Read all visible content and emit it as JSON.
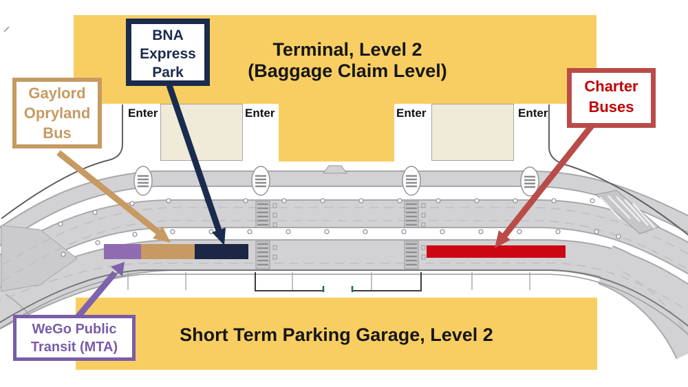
{
  "terminal": {
    "line1": "Terminal, Level 2",
    "line2": "(Baggage Claim Level)"
  },
  "parking_garage": {
    "label": "Short Term Parking Garage, Level 2"
  },
  "entrances": [
    {
      "label": "Enter"
    },
    {
      "label": "Enter"
    },
    {
      "label": "Enter"
    },
    {
      "label": "Enter"
    }
  ],
  "callouts": {
    "bna_express_park": {
      "line1": "BNA",
      "line2": "Express",
      "line3": "Park",
      "color": "#1B2B4D"
    },
    "gaylord_opryland_bus": {
      "line1": "Gaylord",
      "line2": "Opryland",
      "line3": "Bus",
      "color": "#C69A62"
    },
    "charter_buses": {
      "line1": "Charter",
      "line2": "Buses",
      "border_color": "#B94B48",
      "text_color": "#C00000"
    },
    "wego_public_transit": {
      "line1": "WeGo Public",
      "line2": "Transit (MTA)",
      "color": "#7A5CA8"
    }
  },
  "zones": {
    "wego": {
      "name": "WeGo Public Transit (MTA) curb zone",
      "color": "#8F6CB1"
    },
    "gaylord": {
      "name": "Gaylord Opryland Bus curb zone",
      "color": "#C69A62"
    },
    "bna_express": {
      "name": "BNA Express Park curb zone",
      "color": "#1B2744"
    },
    "charter": {
      "name": "Charter Buses curb zone",
      "color": "#CC0711"
    }
  },
  "colors": {
    "terminal_yellow": "#F8CE62",
    "vestibule_cream": "#F0EAD8",
    "road_gray": "#D2D2D4",
    "arrow_navy": "#1B2B4D",
    "arrow_tan": "#C69A62",
    "arrow_red": "#B94B48",
    "arrow_purple": "#7E62AB"
  }
}
